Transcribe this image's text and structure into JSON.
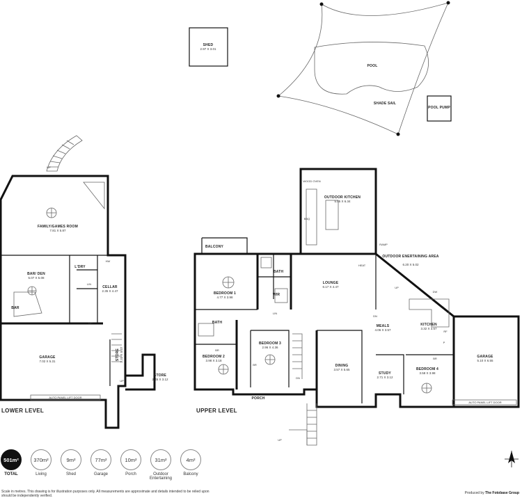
{
  "levels": {
    "lower": "LOWER LEVEL",
    "upper": "UPPER LEVEL"
  },
  "rooms": {
    "shed": {
      "name": "SHED",
      "dims": "2.97 X 3.01"
    },
    "pool": {
      "name": "POOL"
    },
    "shade_sail": {
      "name": "SHADE SAIL"
    },
    "pool_pump": {
      "name": "POOL PUMP"
    },
    "family": {
      "name": "FAMILY/GAMES ROOM",
      "dims": "7.81 X 5.87"
    },
    "bar_den": {
      "name": "BAR/ DEN",
      "dims": "5.07 X 5.08"
    },
    "bar": {
      "name": "BAR"
    },
    "ldry": {
      "name": "L'DRY"
    },
    "cellar": {
      "name": "CELLAR",
      "dims": "2.35 X 4.47"
    },
    "garage_lower": {
      "name": "GARAGE",
      "dims": "7.02 X 5.31",
      "door": "AUTO PANEL LIFT DOOR"
    },
    "store_lower_1": {
      "name": "STORE",
      "dims": "2.33 X 5.37"
    },
    "store_lower_2": {
      "name": "STORE",
      "dims": "2.45 X 3.12"
    },
    "balcony": {
      "name": "BALCONY"
    },
    "bedroom1": {
      "name": "BEDROOM 1",
      "dims": "4.77 X 3.98"
    },
    "bath_upper_1": {
      "name": "BATH"
    },
    "wir": {
      "name": "WIR"
    },
    "bath_upper_2": {
      "name": "BATH"
    },
    "bedroom2": {
      "name": "BEDROOM 2",
      "dims": "3.98 X 3.18"
    },
    "bedroom3": {
      "name": "BEDROOM 3",
      "dims": "2.96 X 4.36"
    },
    "outdoor_kitchen": {
      "name": "OUTDOOR KITCHEN",
      "dims": "5.55 X 6.34",
      "oven": "WOOD OVEN",
      "bbq": "BBQ"
    },
    "lounge": {
      "name": "LOUNGE",
      "dims": "6.17 X 4.47",
      "heat": "HEAT"
    },
    "outdoor_ent": {
      "name": "OUTDOOR ENERTAINING AREA",
      "dims": "6.20 X 5.02",
      "ramp": "RAMP"
    },
    "meals": {
      "name": "MEALS",
      "dims": "4.06 X 3.57"
    },
    "kitchen": {
      "name": "KITCHEN",
      "dims": "3.32 X 3.57",
      "dw": "DW"
    },
    "dining": {
      "name": "DINING",
      "dims": "3.57 X 5.65"
    },
    "study": {
      "name": "STUDY",
      "dims": "2.71 X 3.12"
    },
    "bedroom4": {
      "name": "BEDROOM 4",
      "dims": "3.58 X 3.98"
    },
    "garage_upper": {
      "name": "GARAGE",
      "dims": "5.10 X 6.55",
      "door": "AUTO PANEL LIFT DOOR"
    },
    "porch": {
      "name": "PORCH"
    }
  },
  "markers": {
    "up": "UP",
    "dn": "DN",
    "br": "BR",
    "lin": "LIN",
    "hw": "HW",
    "rf": "RF",
    "p": "P"
  },
  "stats": [
    {
      "value": "501m²",
      "label": "TOTAL",
      "total": true
    },
    {
      "value": "370m²",
      "label": "Living"
    },
    {
      "value": "9m²",
      "label": "Shed"
    },
    {
      "value": "77m²",
      "label": "Garage"
    },
    {
      "value": "10m²",
      "label": "Porch"
    },
    {
      "value": "31m²",
      "label": "Outdoor Entertaining"
    },
    {
      "value": "4m²",
      "label": "Balcony"
    }
  ],
  "disclaimer": "Scale in metres. This drawing is for illustration purposes only. All measurements are approximate and details intended to be relied upon should be independently verified.",
  "credit": {
    "prefix": "Produced by",
    "company": "The Fotobase Group"
  }
}
